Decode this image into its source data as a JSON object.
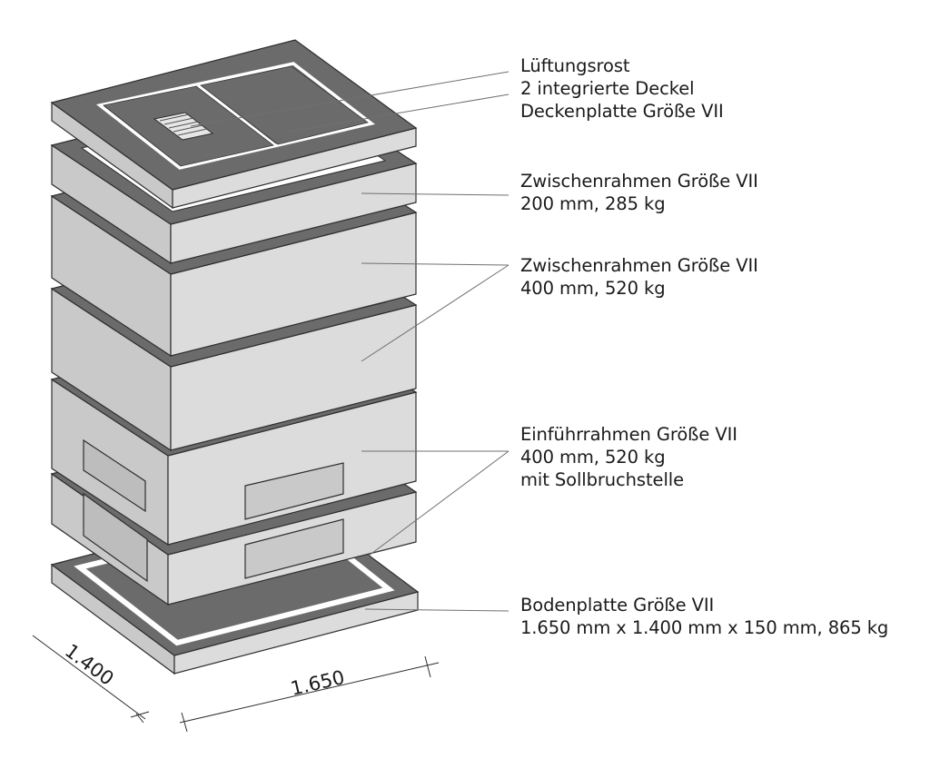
{
  "labels": {
    "top": [
      "Lüftungsrost",
      "2 integrierte Deckel",
      "Deckenplatte Größe VII"
    ],
    "frame_200": [
      "Zwischenrahmen Größe VII",
      "200 mm, 285 kg"
    ],
    "frame_400": [
      "Zwischenrahmen Größe VII",
      "400 mm, 520 kg"
    ],
    "entry_frame": [
      "Einführrahmen Größe VII",
      "400 mm, 520 kg",
      "mit Sollbruchstelle"
    ],
    "base_plate": [
      "Bodenplatte Größe VII",
      "1.650 mm x 1.400 mm x 150 mm, 865 kg"
    ]
  },
  "dimensions": {
    "depth": "1.400",
    "width": "1.650"
  },
  "colors": {
    "dark": "#6b6b6b",
    "block_top": "#a9a9a9",
    "block_left": "#c9c9c9",
    "block_right": "#dcdcdc",
    "outline": "#2e2e2e",
    "leader": "#707070"
  }
}
